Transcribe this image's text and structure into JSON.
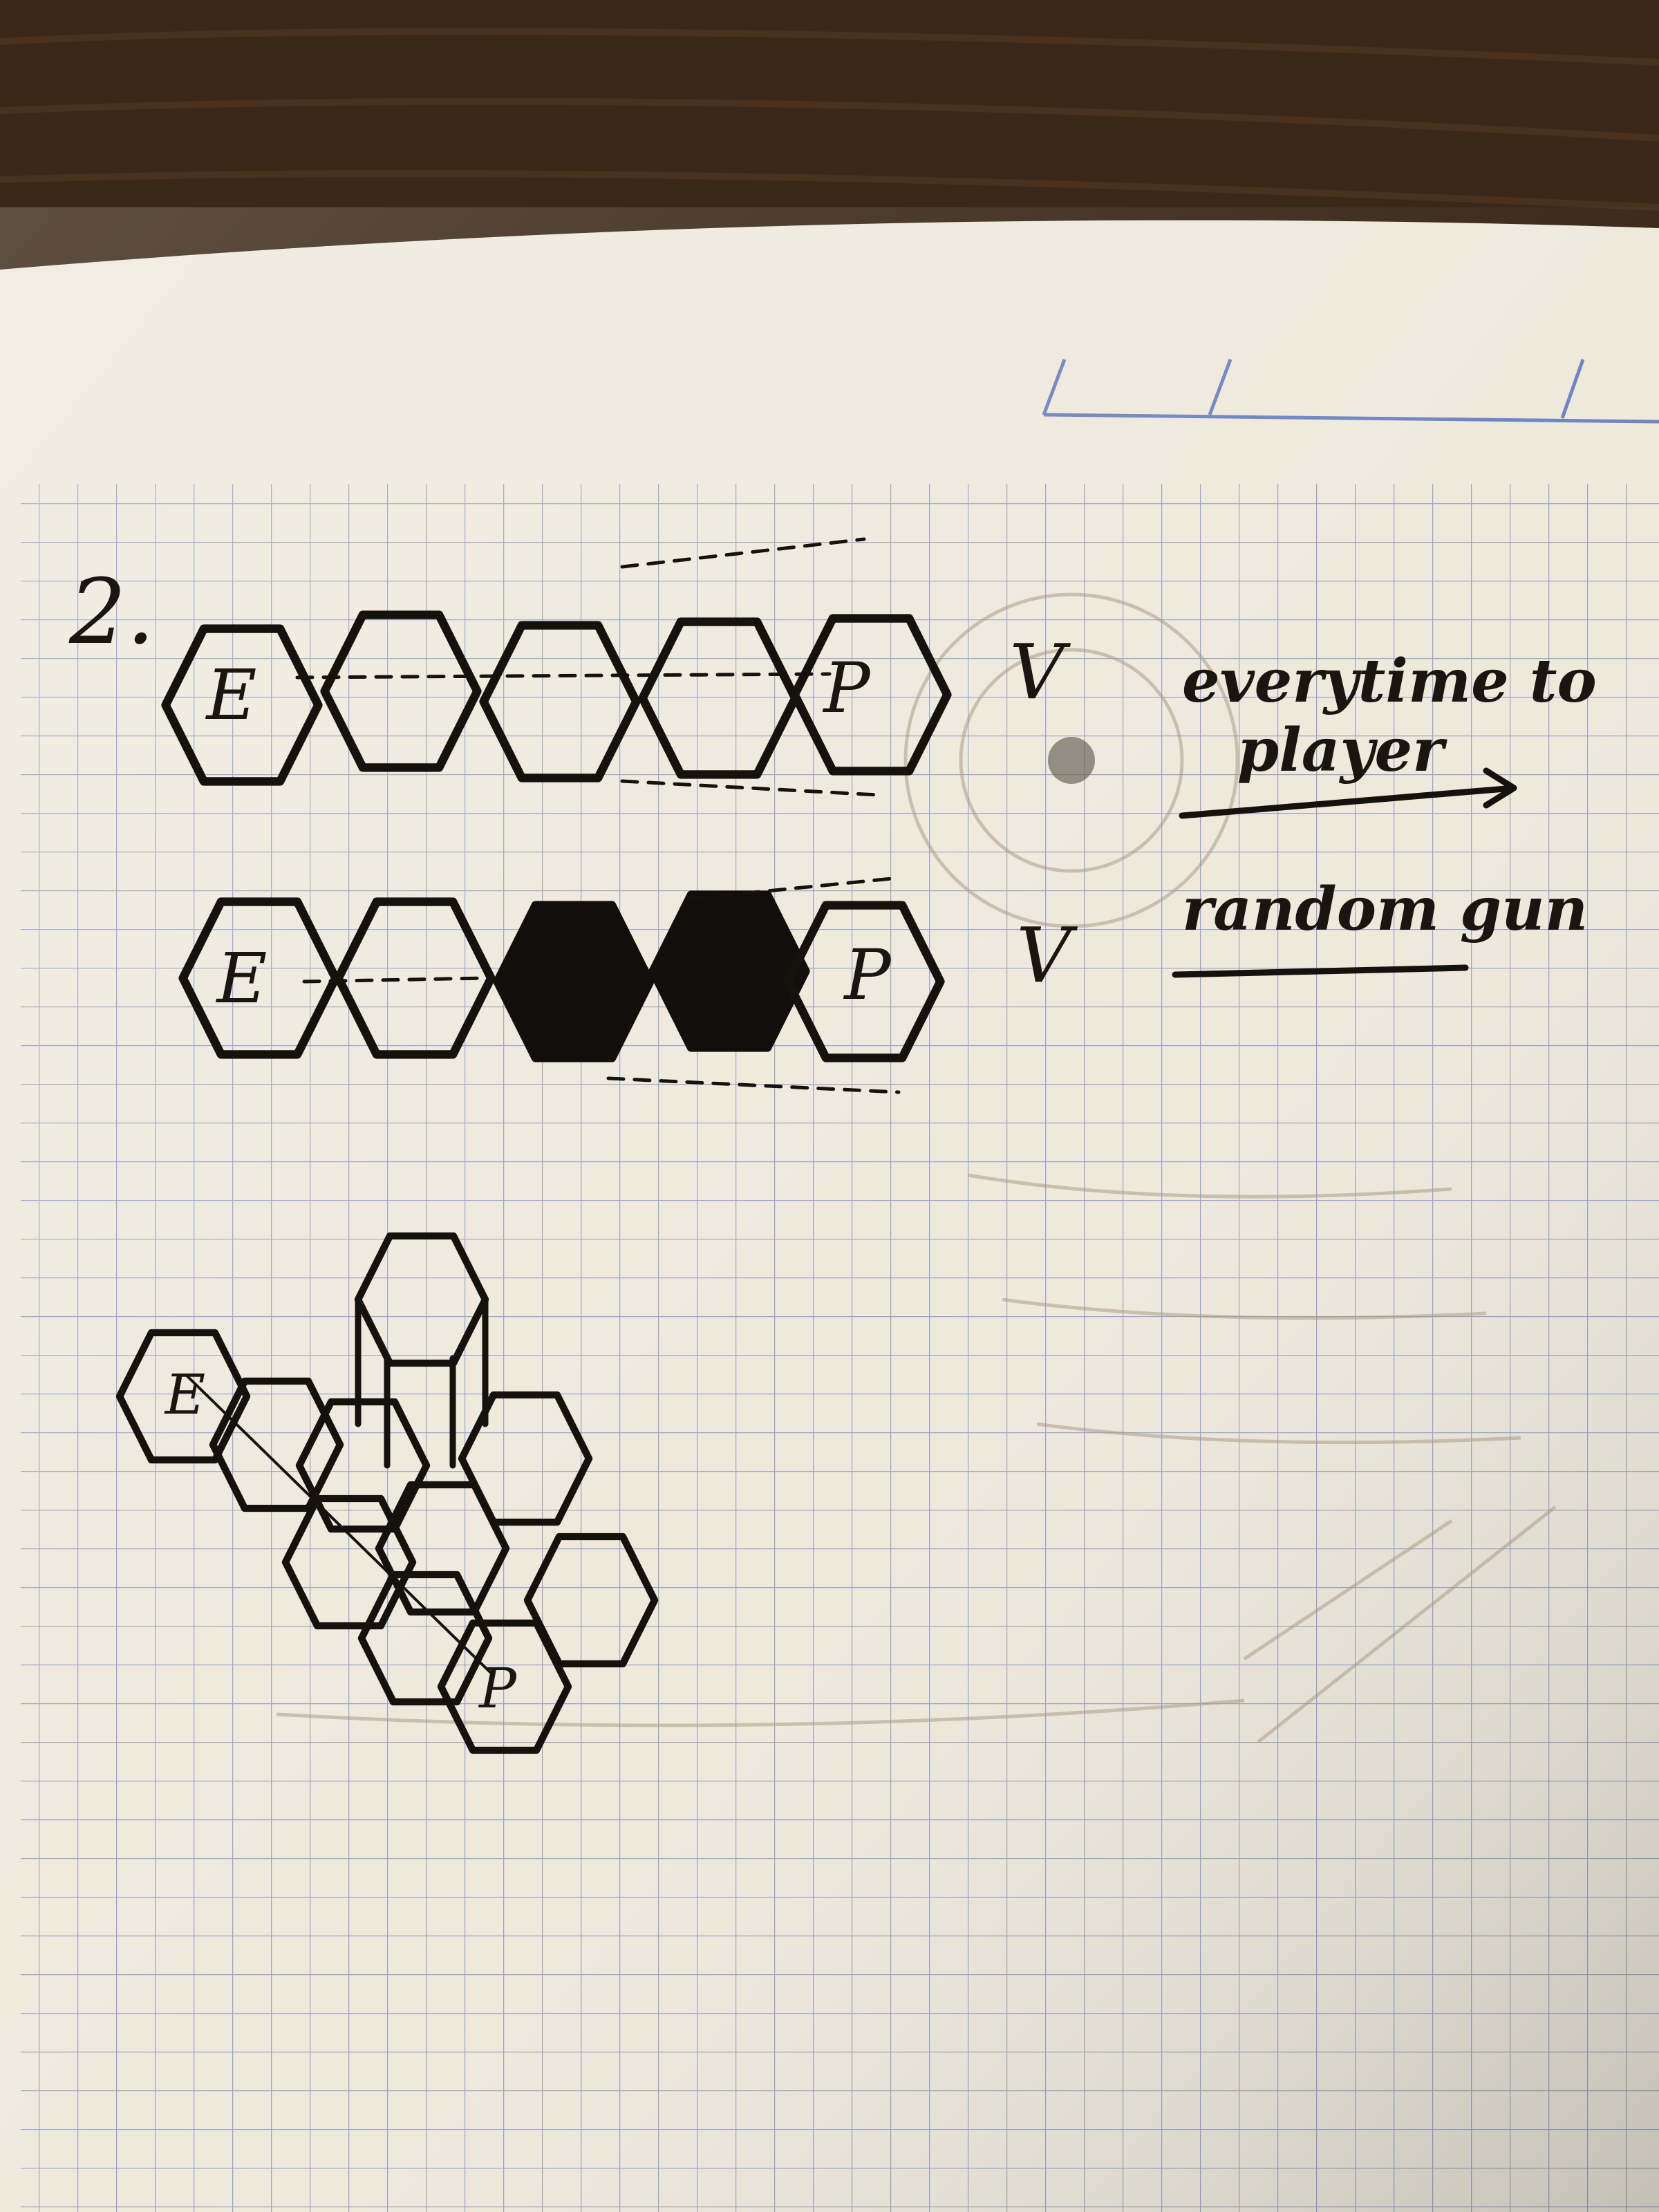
{
  "photo": {
    "subject": "notebook-page-sketch",
    "colors": {
      "desk": "#3a2818",
      "paper": "#efe9dc",
      "grid": "#7a8fc4",
      "ink": "#15110d"
    }
  },
  "notes": {
    "item_number": "2.",
    "row1": {
      "start_label": "E",
      "end_label": "P",
      "check": "V",
      "caption_line1": "everytime to",
      "caption_line2": "player"
    },
    "row2": {
      "start_label": "E",
      "end_label": "P",
      "check": "V",
      "caption": "random gun",
      "blocked_cells": [
        3,
        4
      ]
    },
    "cluster": {
      "start_label": "E",
      "end_label": "P"
    }
  }
}
